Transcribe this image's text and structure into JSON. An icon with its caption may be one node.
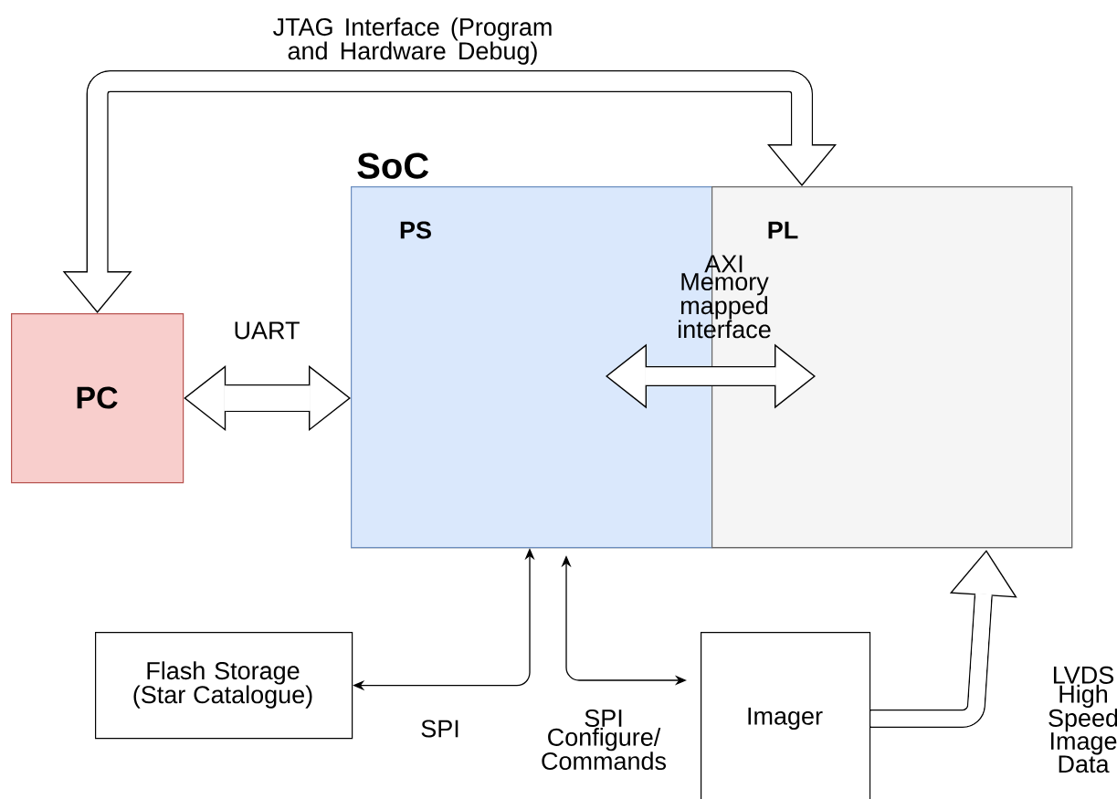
{
  "diagram": {
    "nodes": [
      {
        "text": [
          "SoC"
        ]
      },
      {
        "text": [
          "PS"
        ],
        "in": 0
      },
      {
        "text": [
          "PL"
        ],
        "in": 0
      },
      {
        "text": [
          "PC"
        ]
      },
      {
        "text": [
          "Flash Storage (Star Catalogue)"
        ]
      },
      {
        "text": [
          "Imager"
        ]
      }
    ],
    "edges": [
      {
        "from": 2,
        "to": 3,
        "arrow": "both",
        "label": "JTAG Interface (Program and Hardware Debug)"
      },
      {
        "from": 3,
        "to": 1,
        "arrow": "both",
        "label": "UART"
      },
      {
        "from": 1,
        "to": 2,
        "arrow": "both",
        "label": "AXI Memory mapped interface"
      },
      {
        "from": 1,
        "to": 4,
        "arrow": "both",
        "color": "#000000",
        "label": "SPI"
      },
      {
        "from": 1,
        "to": 5,
        "arrow": "both",
        "color": "#000000",
        "label": "SPI Configure/ Commands"
      },
      {
        "from": 5,
        "to": 2,
        "arrow": "to",
        "label": "LVDS High Speed Image Data"
      }
    ]
  }
}
